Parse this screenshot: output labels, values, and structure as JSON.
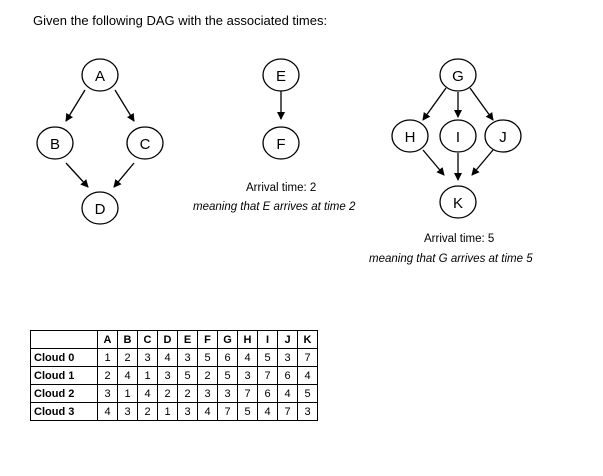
{
  "intro": "Given the following DAG with the associated times:",
  "graph1": {
    "nodes": {
      "A": "A",
      "B": "B",
      "C": "C",
      "D": "D"
    }
  },
  "graph2": {
    "nodes": {
      "E": "E",
      "F": "F"
    },
    "caption_line1": "Arrival time: 2",
    "caption_line2": "meaning that E arrives at time 2"
  },
  "graph3": {
    "nodes": {
      "G": "G",
      "H": "H",
      "I": "I",
      "J": "J",
      "K": "K"
    },
    "caption_line1": "Arrival time: 5",
    "caption_line2": "meaning that G arrives at time 5"
  },
  "table": {
    "columns": [
      "A",
      "B",
      "C",
      "D",
      "E",
      "F",
      "G",
      "H",
      "I",
      "J",
      "K"
    ],
    "rows": [
      {
        "label": "Cloud 0",
        "values": [
          "1",
          "2",
          "3",
          "4",
          "3",
          "5",
          "6",
          "4",
          "5",
          "3",
          "7"
        ]
      },
      {
        "label": "Cloud 1",
        "values": [
          "2",
          "4",
          "1",
          "3",
          "5",
          "2",
          "5",
          "3",
          "7",
          "6",
          "4"
        ]
      },
      {
        "label": "Cloud 2",
        "values": [
          "3",
          "1",
          "4",
          "2",
          "2",
          "3",
          "3",
          "7",
          "6",
          "4",
          "5"
        ]
      },
      {
        "label": "Cloud 3",
        "values": [
          "4",
          "3",
          "2",
          "1",
          "3",
          "4",
          "7",
          "5",
          "4",
          "7",
          "3"
        ]
      }
    ]
  }
}
